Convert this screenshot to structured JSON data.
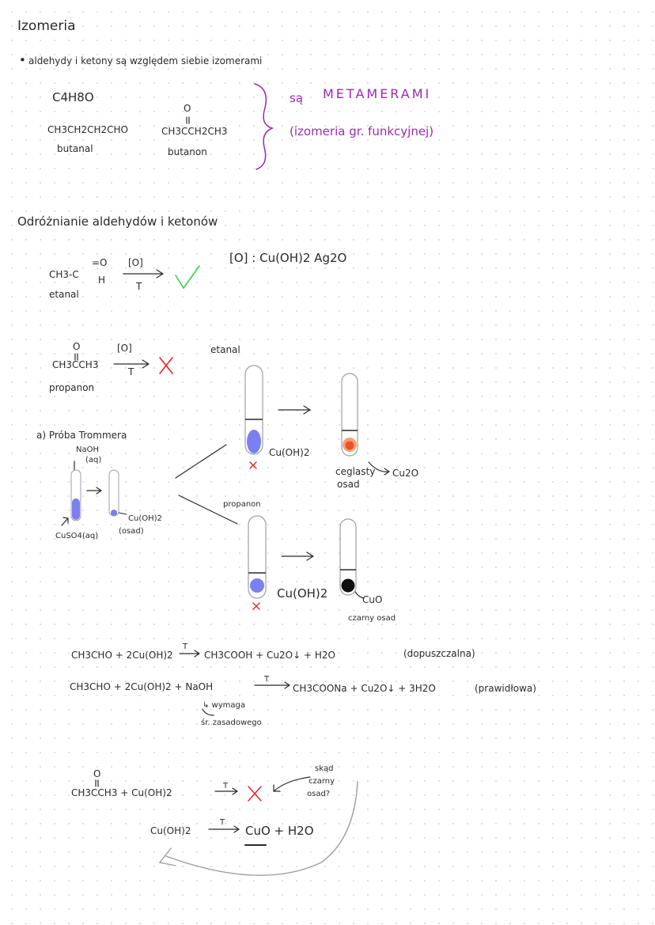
{
  "title": "Izomeria",
  "isomers": {
    "bullet": "•",
    "intro": "aldehydy i ketony są względem siebie izomerami",
    "formula": "C4H8O",
    "butanal_formula": "CH3CH2CH2CHO",
    "butanal_name": "butanal",
    "butanon_oxygen": "O",
    "butanon_formula": "CH3CCH2CH3",
    "butanon_name": "butanon",
    "metamery_prefix": "są",
    "metamery_word": "METAMERAMI",
    "metamery_note": "(izomeria gr. funkcyjnej)"
  },
  "distinguishing": {
    "heading": "Odróżnianie aldehydów i ketonów",
    "oxidants": "[O] : Cu(OH)2  Ag2O",
    "etanal_formula": "CH3-C",
    "etanal_o": "=O",
    "etanal_h": "H",
    "etanal_name": "etanal",
    "reagent1": "[O]",
    "cond1": "T",
    "check": "✓",
    "propanon_o": "O",
    "propanon_formula": "CH3CCH3",
    "propanon_name": "propanon",
    "reagent2": "[O]",
    "cond2": "T",
    "cross": "✗"
  },
  "trommer": {
    "label": "a) Próba Trommera",
    "naoh": "NaOH",
    "naoh_aq": "(aq)",
    "cuso4": "CuSO4(aq)",
    "product": "Cu(OH)2",
    "osad": "(osad)"
  },
  "tubes": {
    "etanal_label": "etanal",
    "reagent_top": "Cu(OH)2",
    "cross_top": "×",
    "result_top_desc": "ceglasty",
    "result_top_desc2": "osad",
    "result_top_product": "Cu2O",
    "propanon_label": "propanon",
    "reagent_bottom": "Cu(OH)2",
    "cross_bottom": "×",
    "result_bottom_product": "CuO",
    "result_bottom_desc": "czarny osad"
  },
  "equations": {
    "eq1_left": "CH3CHO + 2Cu(OH)2",
    "eq1_cond": "T",
    "eq1_right": "CH3COOH + Cu2O↓ + H2O",
    "eq1_note": "(dopuszczalna)",
    "eq2_left": "CH3CHO + 2Cu(OH)2 + NaOH",
    "eq2_cond": "T",
    "eq2_right": "CH3COONa + Cu2O↓ + 3H2O",
    "eq2_note": "(prawidłowa)",
    "eq2_sub1": "↳ wymaga",
    "eq2_sub2": "śr. zasadowego",
    "eq3_o": "O",
    "eq3_left": "CH3CCH3 + Cu(OH)2",
    "eq3_cond": "T",
    "eq3_cross": "✗",
    "eq3_note1": "skąd",
    "eq3_note2": "czarny",
    "eq3_note3": "osad?",
    "eq4_left": "Cu(OH)2",
    "eq4_cond": "T",
    "eq4_right": "CuO + H2O"
  },
  "colors": {
    "ink": "#2a2a2a",
    "purple": "#9a2bb0",
    "green": "#3fcf4a",
    "red": "#e0262b",
    "blue_solution": "#7b7ff0",
    "orange_precipitate": "#e9562a",
    "black_precipitate": "#111111",
    "arc_gray": "#9d9ca6"
  }
}
